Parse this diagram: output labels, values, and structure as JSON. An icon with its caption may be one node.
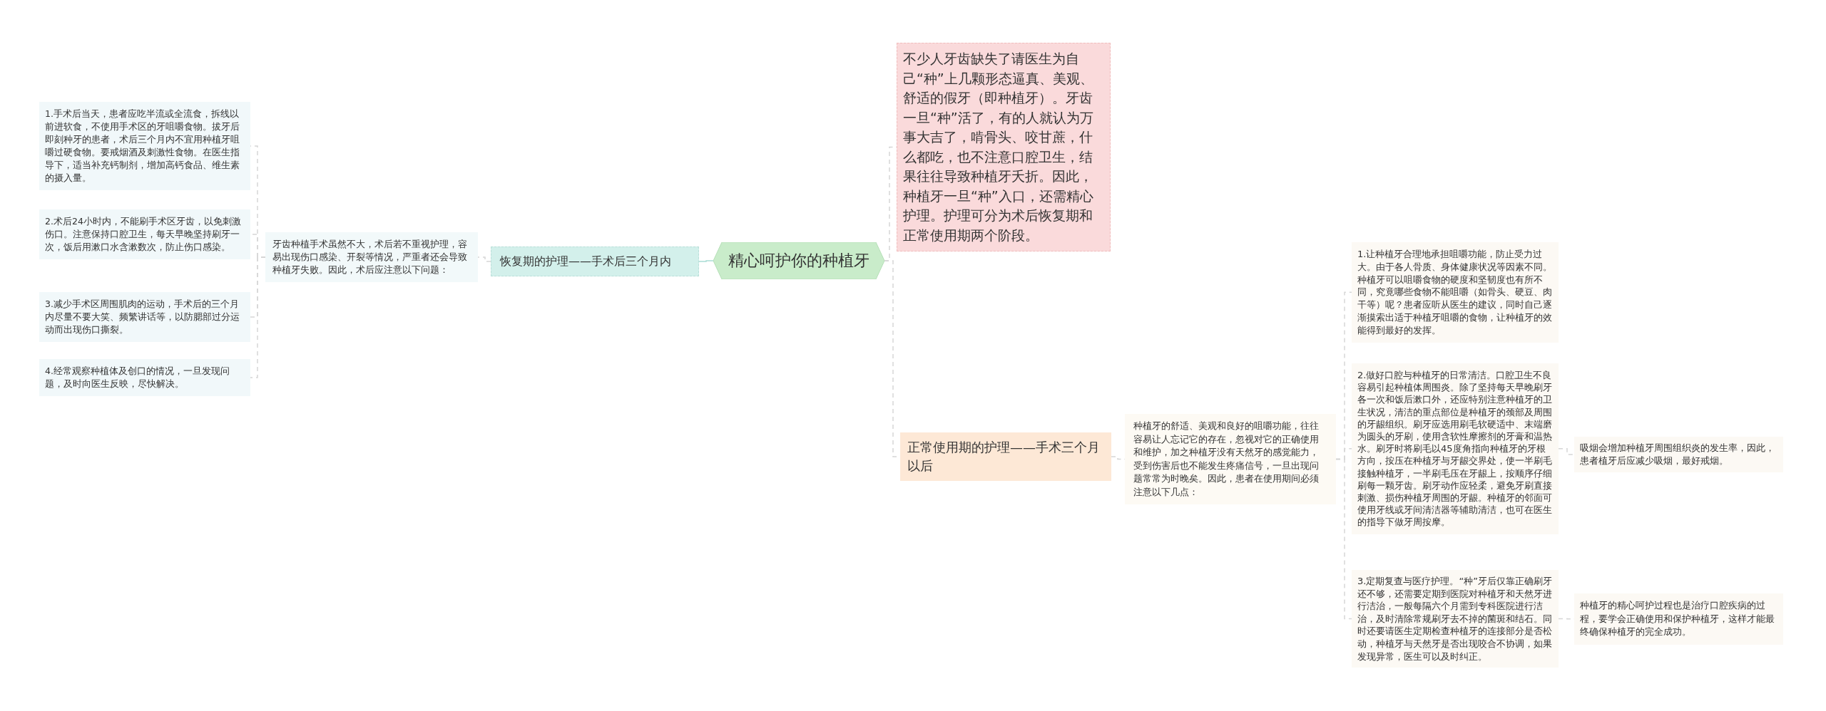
{
  "diagram": {
    "nodes": [
      {
        "text": [
          "精心呵护你的种植牙"
        ]
      },
      {
        "text": [
          "恢复期的护理——手术后三个月内"
        ]
      },
      {
        "text": [
          "牙齿种植手术虽然不大，术后若不重视护理，容易出现伤口感染、开裂等情况，严重者还会导致种植牙失败。因此，术后应注意以下问题："
        ]
      },
      {
        "text": [
          "1.手术后当天，患者应吃半流或全流食，拆线以前进软食，不使用手术区的牙咀嚼食物。拔牙后即刻种牙的患者，术后三个月内不宜用种植牙咀嚼过硬食物。要戒烟酒及刺激性食物。在医生指导下，适当补充钙制剂，增加高钙食品、维生素的摄入量。"
        ]
      },
      {
        "text": [
          "2.术后24小时内，不能刷手术区牙齿，以免刺激伤口。注意保持口腔卫生，每天早晚坚持刷牙一次，饭后用漱口水含漱数次，防止伤口感染。"
        ]
      },
      {
        "text": [
          "3.减少手术区周围肌肉的运动，手术后的三个月内尽量不要大笑、频繁讲话等，以防腮部过分运动而出现伤口撕裂。"
        ]
      },
      {
        "text": [
          "4.经常观察种植体及创口的情况，一旦发现问题，及时向医生反映，尽快解决。"
        ]
      },
      {
        "text": [
          "不少人牙齿缺失了请医生为自己“种”上几颗形态逼真、美观、舒适的假牙（即种植牙）。牙齿一旦“种”活了，有的人就认为万事大吉了，啃骨头、咬甘蔗，什么都吃，也不注意口腔卫生，结果往往导致种植牙夭折。因此，种植牙一旦“种”入口，还需精心护理。护理可分为术后恢复期和正常使用期两个阶段。"
        ]
      },
      {
        "text": [
          "正常使用期的护理——手术三个月以后"
        ]
      },
      {
        "text": [
          "种植牙的舒适、美观和良好的咀嚼功能，往往容易让人忘记它的存在，忽视对它的正确使用和维护，加之种植牙没有天然牙的感觉能力，受到伤害后也不能发生疼痛信号，一旦出现问题常常为时晚矣。因此，患者在使用期间必须注意以下几点："
        ]
      },
      {
        "text": [
          "1.让种植牙合理地承担咀嚼功能，防止受力过大。由于各人骨质、身体健康状况等因素不同。种植牙可以咀嚼食物的硬度和坚韧度也有所不同，究竟哪些食物不能咀嚼（如骨头、硬豆、肉干等）呢？患者应听从医生的建议，同时自己逐渐摸索出适于种植牙咀嚼的食物，让种植牙的效能得到最好的发挥。"
        ]
      },
      {
        "text": [
          "2.做好口腔与种植牙的日常清洁。口腔卫生不良容易引起种植体周围炎。除了坚持每天早晚刷牙各一次和饭后漱口外，还应特别注意种植牙的卫生状况，清洁的重点部位是种植牙的颈部及周围的牙龈组织。刷牙应选用刷毛软硬适中、末端磨为圆头的牙刷，使用含软性摩擦剂的牙膏和温热水。刷牙时将刷毛以45度角指向种植牙的牙根方向，按压在种植牙与牙龈交界处，使一半刷毛接触种植牙，一半刷毛压在牙龈上，按顺序仔细刷每一颗牙齿。刷牙动作应轻柔，避免牙刷直接刺激、损伤种植牙周围的牙龈。种植牙的邻面可使用牙线或牙间清洁器等辅助清洁，也可在医生的指导下做牙周按摩。"
        ]
      },
      {
        "text": [
          "吸烟会增加种植牙周围组织炎的发生率，因此，患者植牙后应减少吸烟，最好戒烟。"
        ]
      },
      {
        "text": [
          "3.定期复查与医疗护理。“种”牙后仅靠正确刷牙还不够，还需要定期到医院对种植牙和天然牙进行洁治，一般每隔六个月需到专科医院进行洁治，及时清除常规刷牙去不掉的菌斑和结石。同时还要请医生定期检查种植牙的连接部分是否松动，种植牙与天然牙是否出现咬合不协调，如果发现异常，医生可以及时纠正。"
        ]
      },
      {
        "text": [
          "种植牙的精心呵护过程也是治疗口腔疾病的过程，要学会正确使用和保护种植牙，这样才能最终确保种植牙的完全成功。"
        ]
      }
    ],
    "edges": [
      {
        "from": 0,
        "to": 1,
        "arrow": "none"
      },
      {
        "from": 1,
        "to": 2,
        "arrow": "none",
        "style": "dashed"
      },
      {
        "from": 2,
        "to": 3,
        "arrow": "none",
        "style": "dashed"
      },
      {
        "from": 2,
        "to": 4,
        "arrow": "none",
        "style": "dashed"
      },
      {
        "from": 2,
        "to": 5,
        "arrow": "none",
        "style": "dashed"
      },
      {
        "from": 2,
        "to": 6,
        "arrow": "none",
        "style": "dashed"
      },
      {
        "from": 0,
        "to": 7,
        "arrow": "none",
        "style": "dashed"
      },
      {
        "from": 0,
        "to": 8,
        "arrow": "none",
        "style": "dashed"
      },
      {
        "from": 8,
        "to": 9,
        "arrow": "none",
        "style": "dashed"
      },
      {
        "from": 9,
        "to": 10,
        "arrow": "none",
        "style": "dashed"
      },
      {
        "from": 9,
        "to": 11,
        "arrow": "none",
        "style": "dashed"
      },
      {
        "from": 9,
        "to": 13,
        "arrow": "none",
        "style": "dashed"
      },
      {
        "from": 11,
        "to": 12,
        "arrow": "none",
        "style": "dashed"
      },
      {
        "from": 13,
        "to": 14,
        "arrow": "none",
        "style": "dashed"
      }
    ]
  }
}
